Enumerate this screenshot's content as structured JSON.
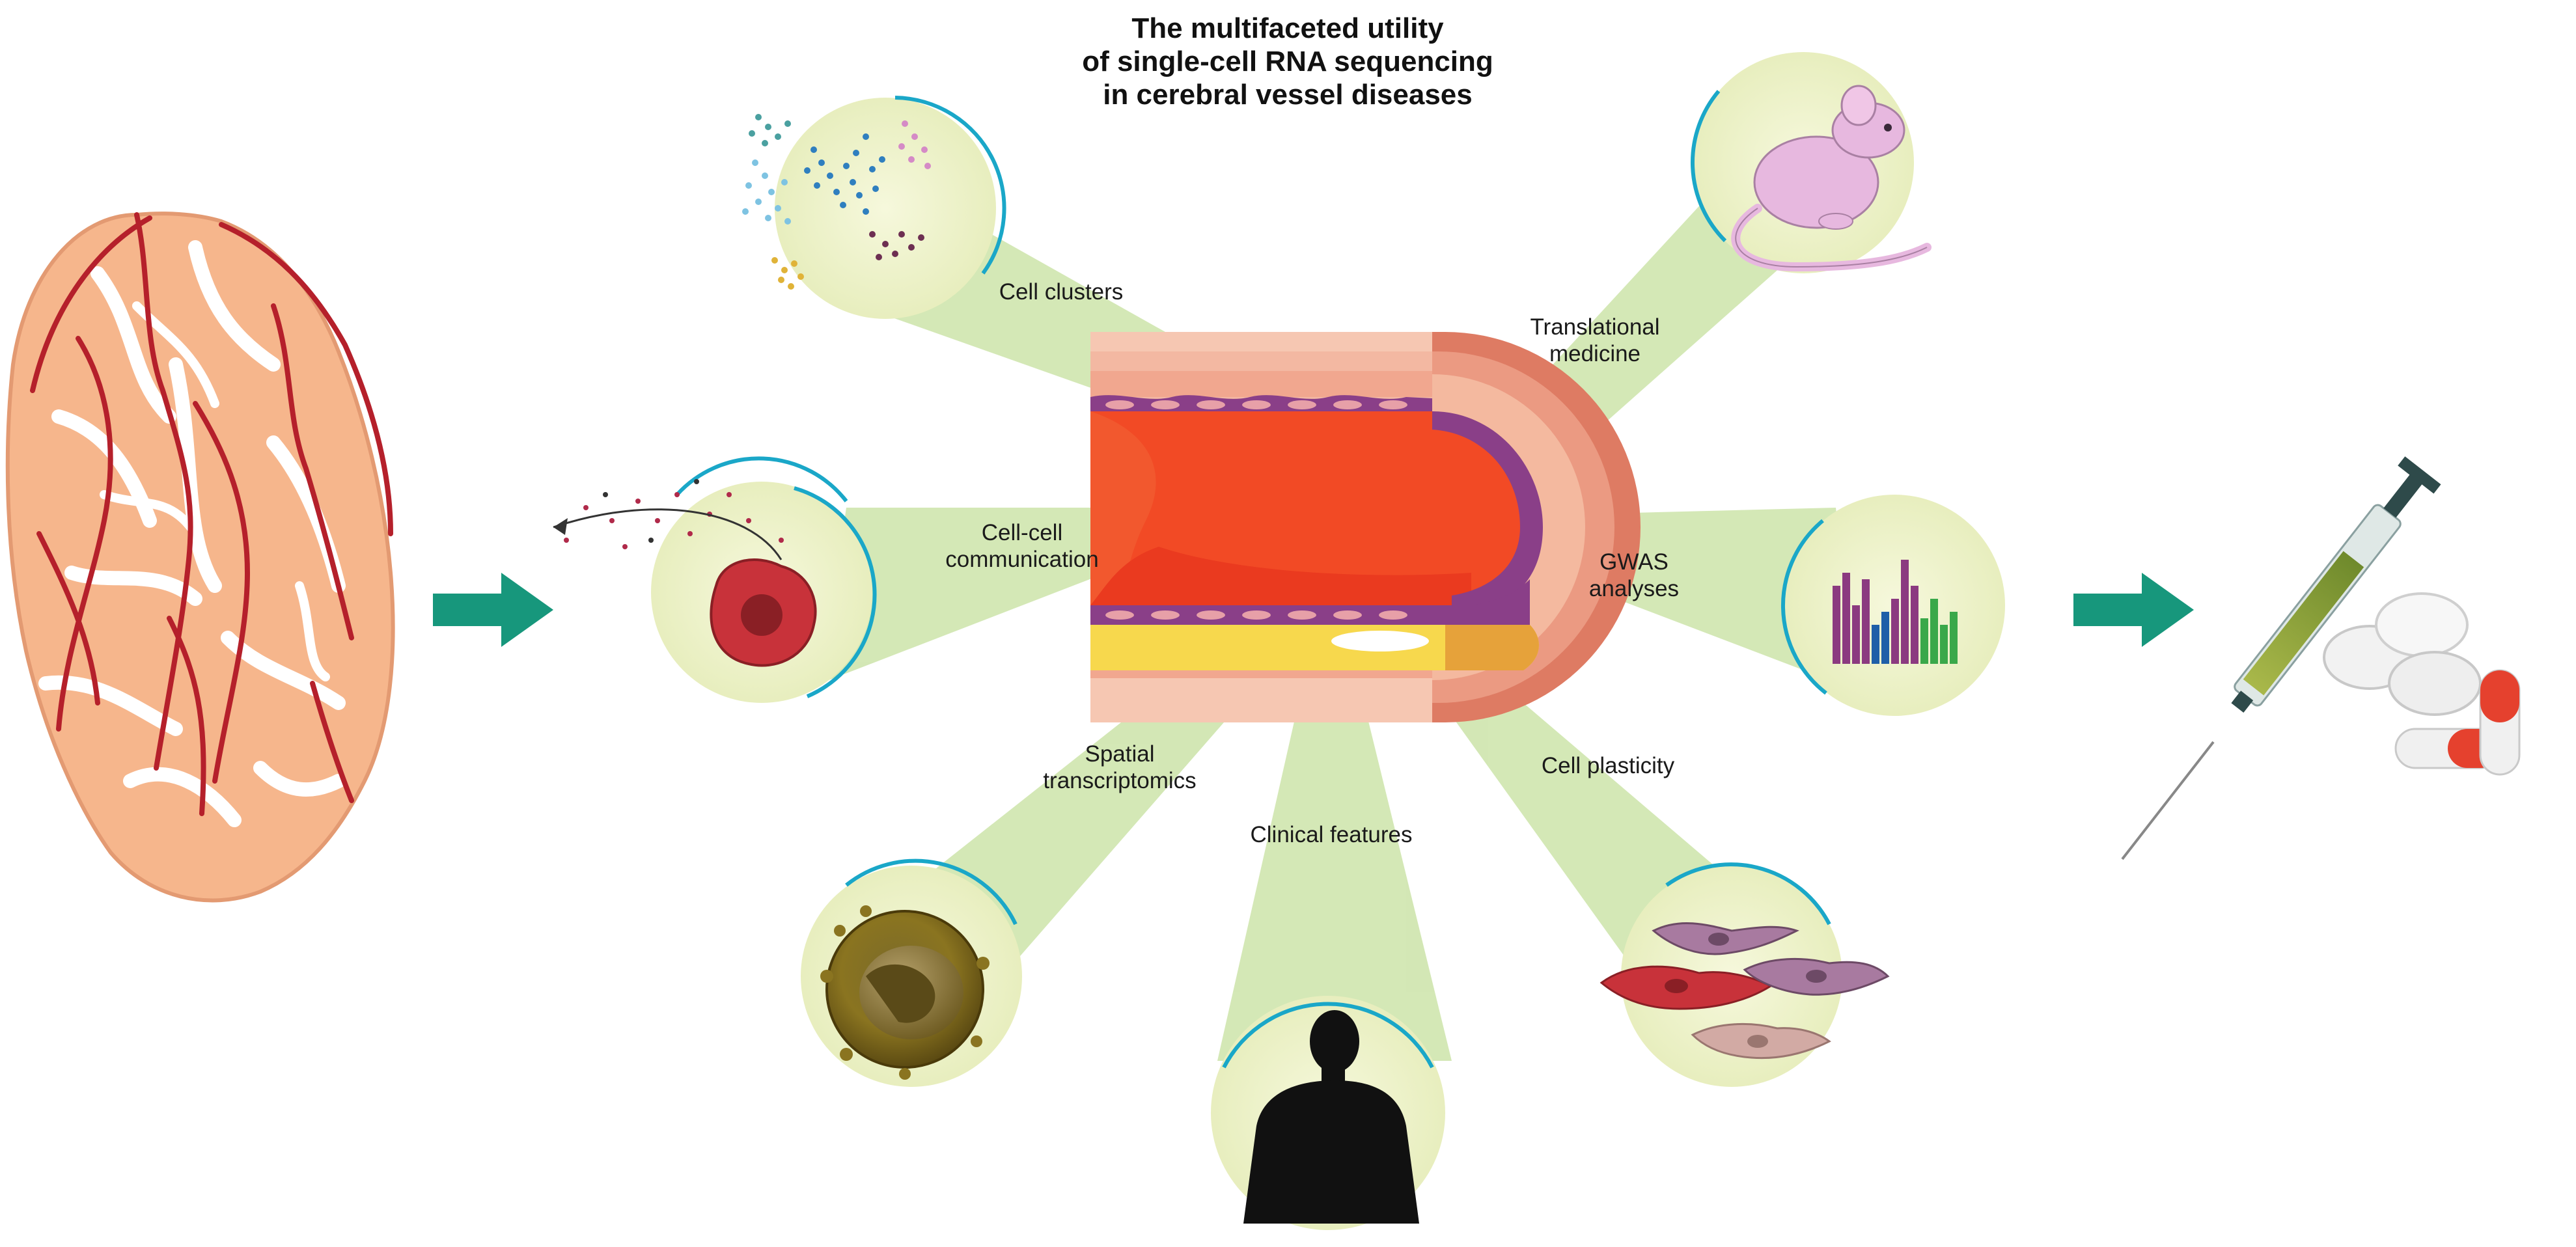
{
  "title": {
    "line1": "The multifaceted utility",
    "line2": "of single-cell RNA sequencing",
    "line3": "in cerebral vessel  diseases"
  },
  "labels": {
    "cell_clusters": "Cell clusters",
    "translational_medicine": "Translational\nmedicine",
    "cell_cell_communication": "Cell-cell\ncommunication",
    "gwas_analyses": "GWAS\nanalyses",
    "spatial_transcriptomics": "Spatial\ntranscriptomics",
    "clinical_features": "Clinical features",
    "cell_plasticity": "Cell plasticity"
  },
  "colors": {
    "arrow": "#17977c",
    "beam": "#c6e0a4",
    "circle_fill": "#eef3c8",
    "circle_edge": "#1aa7c8",
    "brain": "#f6b68c",
    "brain_vessel": "#b5202b",
    "vessel_outer": "#e78c76",
    "vessel_lumen": "#f24a25",
    "plaque": "#f7d84d",
    "endothelium": "#8a3f88"
  }
}
